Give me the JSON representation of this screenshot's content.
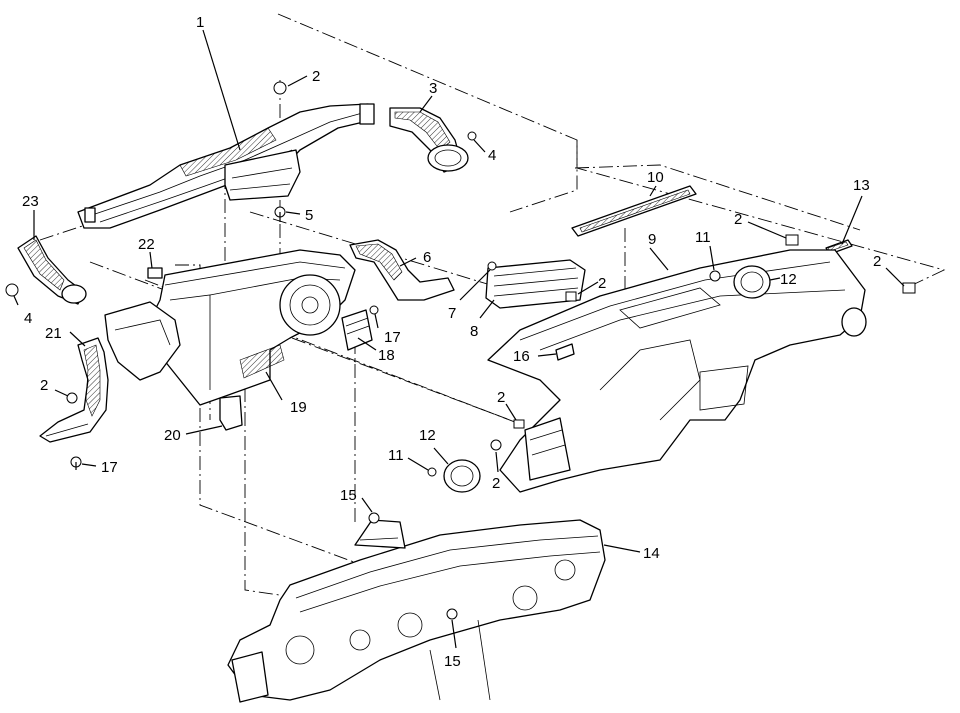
{
  "callouts": [
    {
      "id": "c1",
      "label": "1"
    },
    {
      "id": "c2a",
      "label": "2"
    },
    {
      "id": "c3",
      "label": "3"
    },
    {
      "id": "c4a",
      "label": "4"
    },
    {
      "id": "c5",
      "label": "5"
    },
    {
      "id": "c23",
      "label": "23"
    },
    {
      "id": "c4b",
      "label": "4"
    },
    {
      "id": "c22",
      "label": "22"
    },
    {
      "id": "c6",
      "label": "6"
    },
    {
      "id": "c17a",
      "label": "17"
    },
    {
      "id": "c18",
      "label": "18"
    },
    {
      "id": "c21",
      "label": "21"
    },
    {
      "id": "c2b",
      "label": "2"
    },
    {
      "id": "c19",
      "label": "19"
    },
    {
      "id": "c20",
      "label": "20"
    },
    {
      "id": "c17b",
      "label": "17"
    },
    {
      "id": "c10",
      "label": "10"
    },
    {
      "id": "c13",
      "label": "13"
    },
    {
      "id": "c2c",
      "label": "2"
    },
    {
      "id": "c9",
      "label": "9"
    },
    {
      "id": "c11a",
      "label": "11"
    },
    {
      "id": "c12a",
      "label": "12"
    },
    {
      "id": "c2d",
      "label": "2"
    },
    {
      "id": "c7",
      "label": "7"
    },
    {
      "id": "c2e",
      "label": "2"
    },
    {
      "id": "c8",
      "label": "8"
    },
    {
      "id": "c16",
      "label": "16"
    },
    {
      "id": "c2f",
      "label": "2"
    },
    {
      "id": "c12b",
      "label": "12"
    },
    {
      "id": "c11b",
      "label": "11"
    },
    {
      "id": "c2g",
      "label": "2"
    },
    {
      "id": "c15a",
      "label": "15"
    },
    {
      "id": "c14",
      "label": "14"
    },
    {
      "id": "c15b",
      "label": "15"
    }
  ]
}
